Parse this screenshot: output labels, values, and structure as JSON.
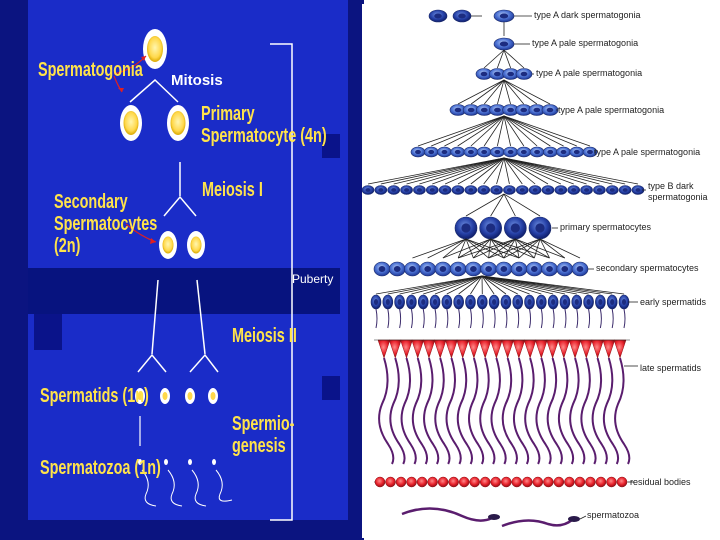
{
  "left": {
    "spermatogonia": "Spermatogonia",
    "mitosis": "Mitosis",
    "primary_line1": "Primary",
    "primary_line2": "Spermatocyte (4n)",
    "meiosis1": "Meiosis I",
    "secondary_line1": "Secondary",
    "secondary_line2": "Spermatocytes",
    "secondary_line3": "(2n)",
    "puberty": "Puberty",
    "meiosis2": "Meiosis II",
    "spermatids": "Spermatids (1n)",
    "spermio_line1": "Spermio-",
    "spermio_line2": "genesis",
    "spermatozoa": "Spermatozoa (1n)"
  },
  "right": {
    "labels": [
      "type A dark spermatogonia",
      "type A pale spermatogonia",
      "type A pale spermatogonia",
      "type A pale spermatogonia",
      "type A pale spermatogonia",
      "type B dark",
      "spermatogonia",
      "primary spermatocytes",
      "secondary spermatocytes",
      "early spermatids",
      "late spermatids",
      "residual bodies",
      "spermatozoa"
    ]
  },
  "colors": {
    "left_bg": "#1a2cc8",
    "left_frame": "#0b1480",
    "label_yellow": "#ffe34a",
    "cell_blue": "#3a5fd0",
    "spermatid_red": "#e8212b",
    "tail_purple": "#5a1d6e"
  }
}
